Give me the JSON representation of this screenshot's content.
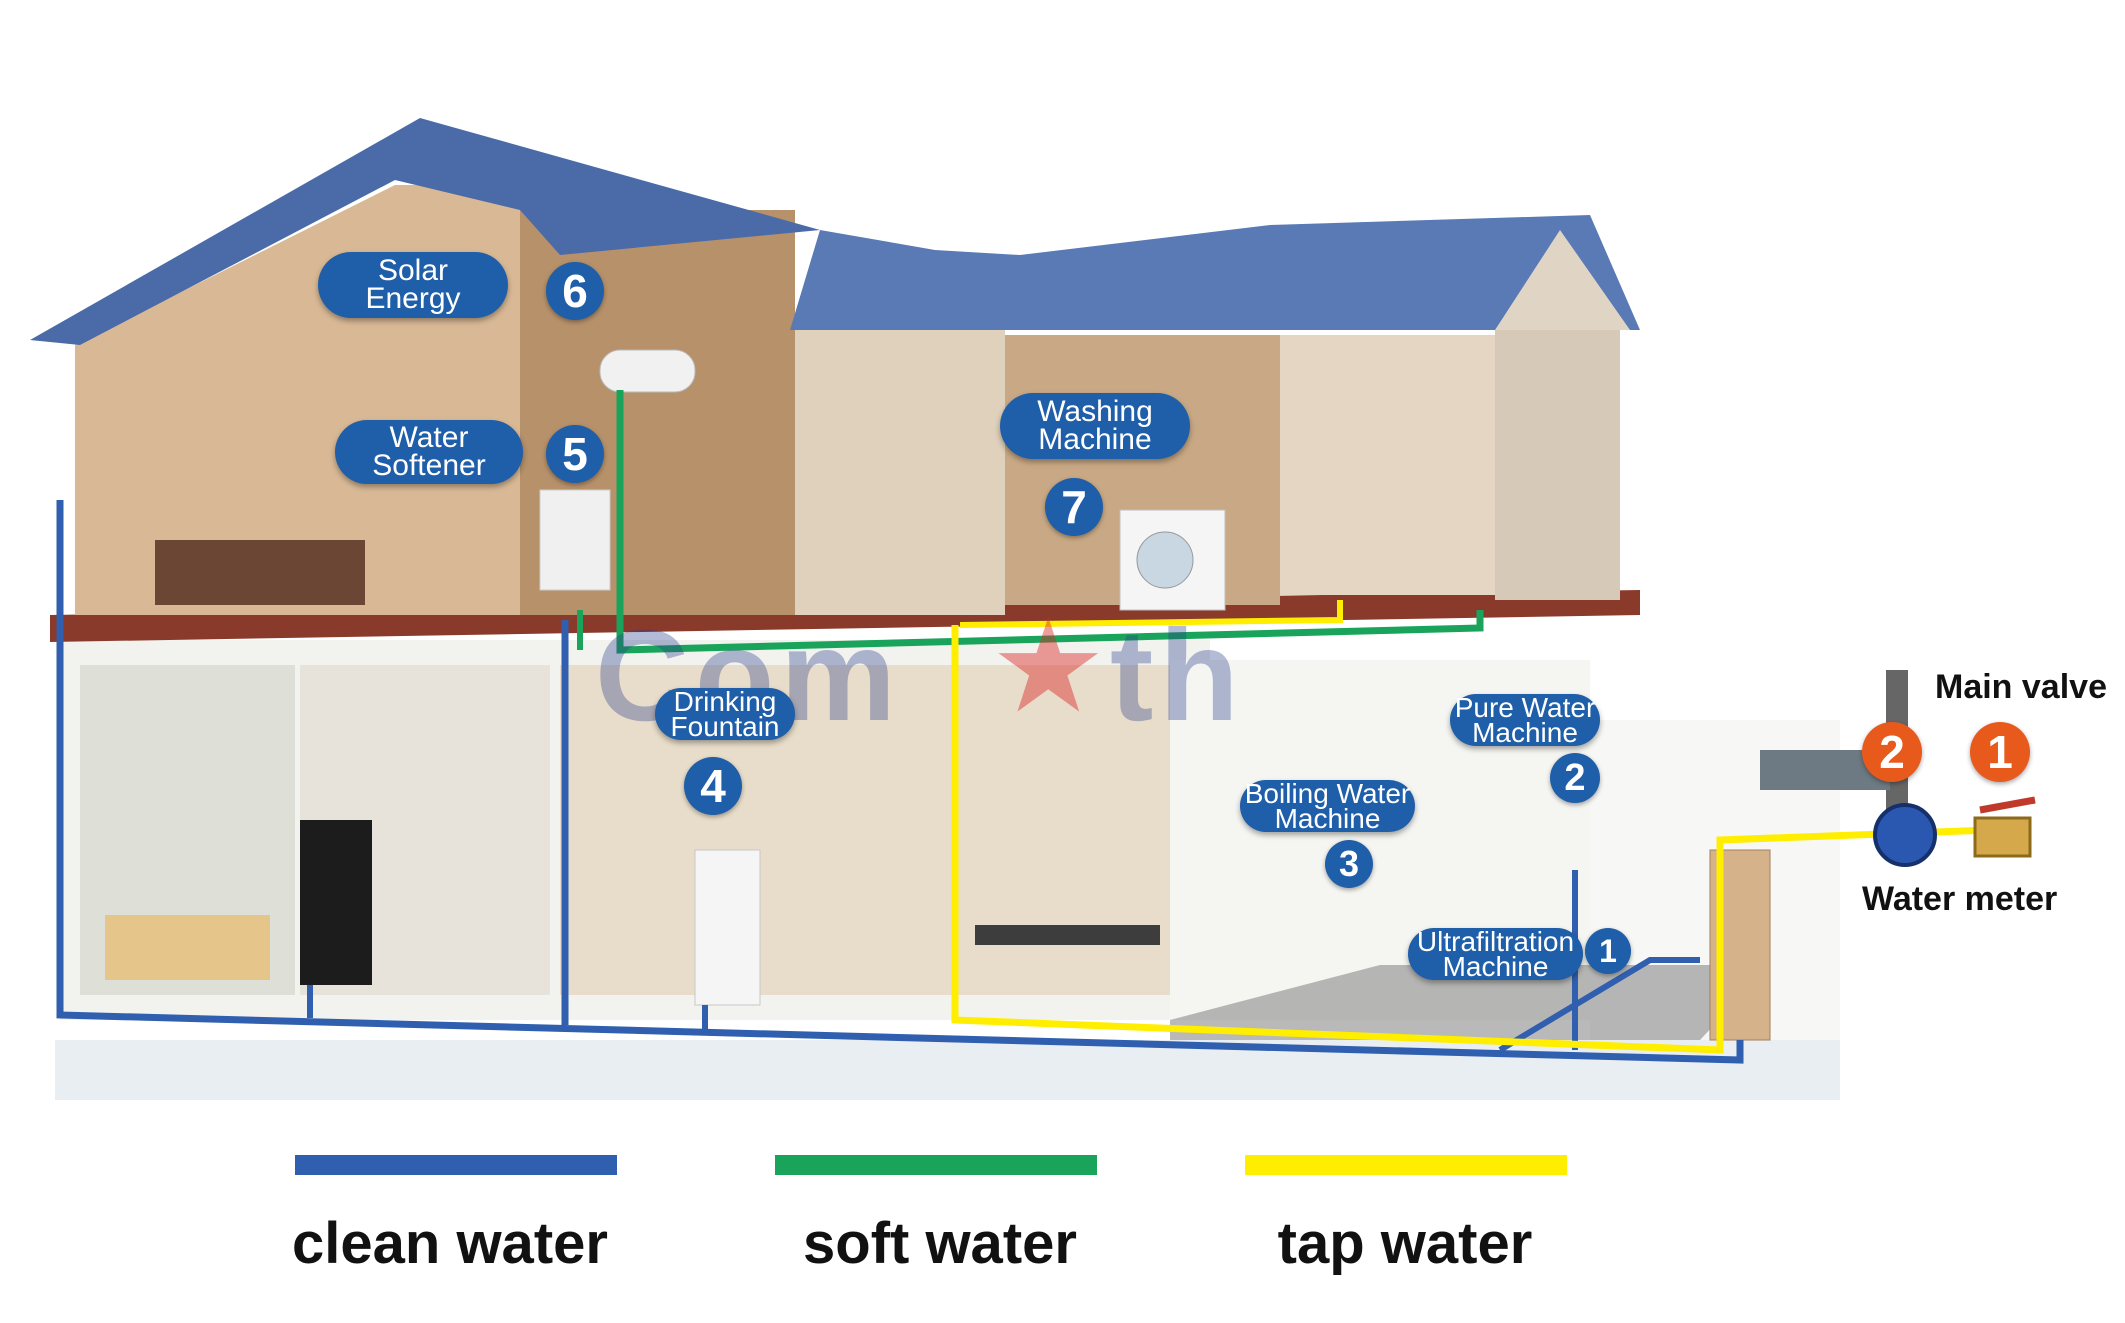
{
  "labels": {
    "solar_energy": "Solar\nEnergy",
    "water_softener": "Water\nSoftener",
    "washing_machine": "Washing\nMachine",
    "drinking_fountain": "Drinking\nFountain",
    "pure_water_machine": "Pure Water\nMachine",
    "boiling_water_machine": "Boiling Water\nMachine",
    "ultrafiltration_machine": "Ultrafiltration\nMachine",
    "main_valve": "Main valve",
    "water_meter": "Water meter"
  },
  "badges": {
    "solar": "6",
    "softener": "5",
    "washing": "7",
    "fountain": "4",
    "pure": "2",
    "boiling": "3",
    "ultra": "1",
    "meter": "2",
    "valve": "1"
  },
  "legend": [
    {
      "label": "clean water",
      "color": "#2f5fae"
    },
    {
      "label": "soft water",
      "color": "#1aa35a"
    },
    {
      "label": "tap water",
      "color": "#ffee00"
    }
  ],
  "watermark": {
    "left": "Com",
    "right": "th"
  },
  "colors": {
    "roof": "#4a6aa8",
    "wall": "#efe6d8",
    "floor": "#8a3a2a",
    "clean_pipe": "#2f5fae",
    "soft_pipe": "#1aa35a",
    "tap_pipe": "#ffee00",
    "badge_blue": "#1f5ea8",
    "badge_orange": "#e85a1c"
  }
}
